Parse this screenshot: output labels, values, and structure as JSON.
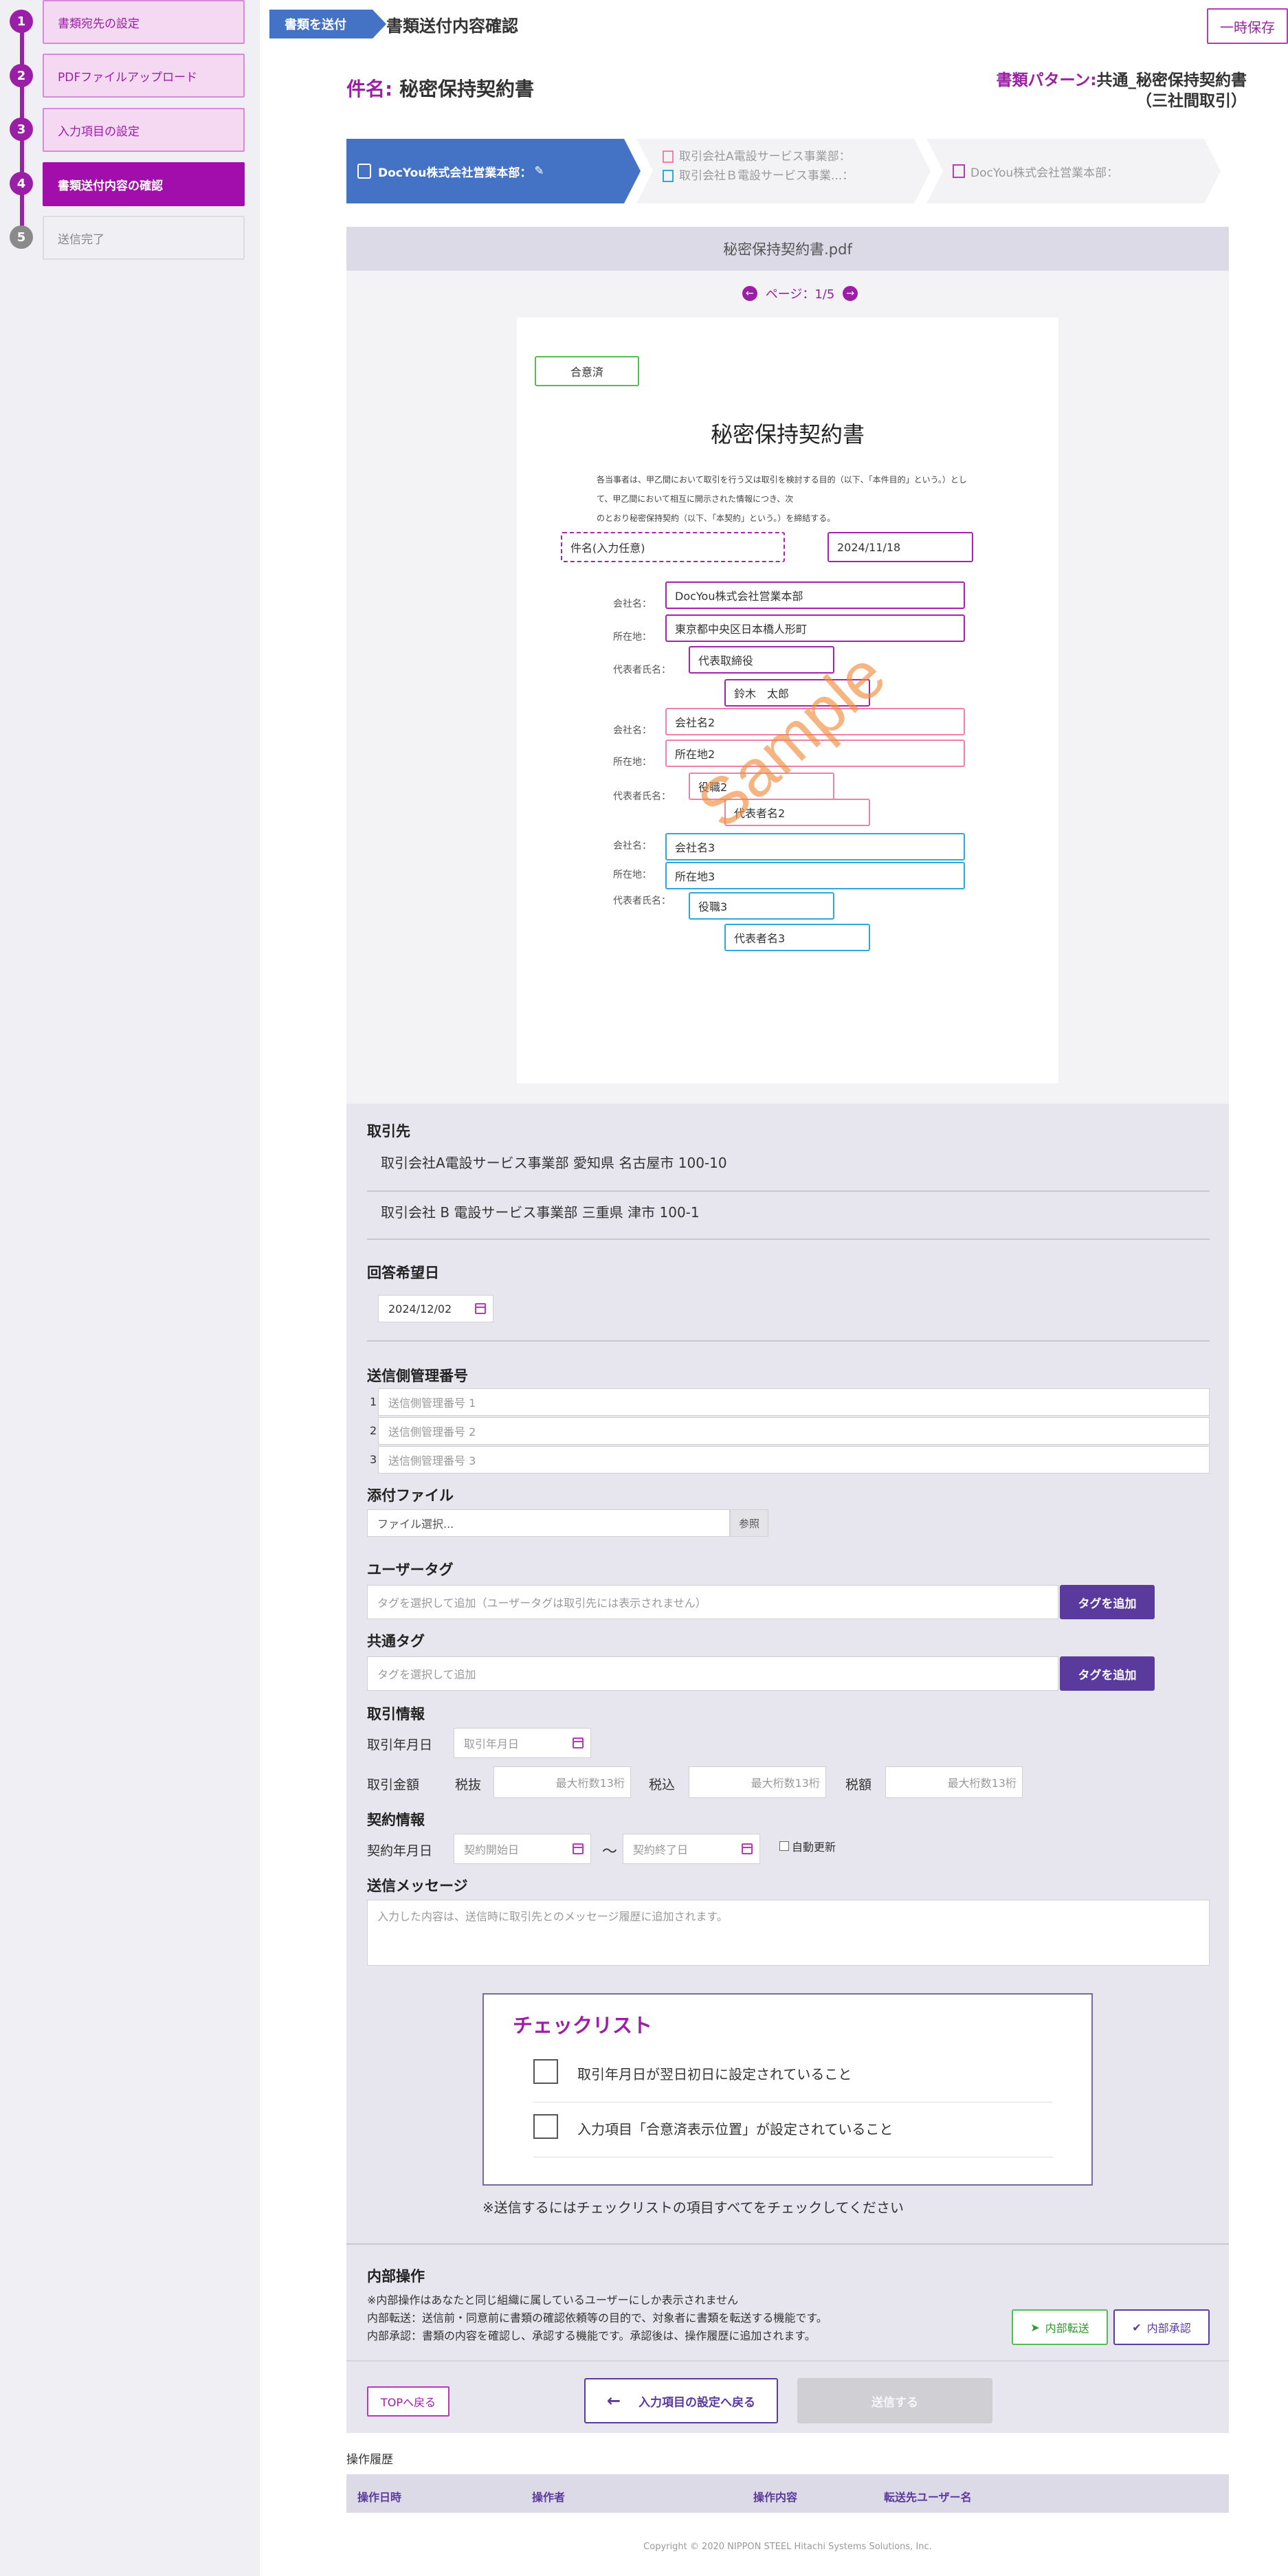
{
  "steps": [
    {
      "num": "1",
      "label": "書類宛先の設定"
    },
    {
      "num": "2",
      "label": "PDFファイルアップロード"
    },
    {
      "num": "3",
      "label": "入力項目の設定"
    },
    {
      "num": "4",
      "label": "書類送付内容の確認"
    },
    {
      "num": "5",
      "label": "送信完了"
    }
  ],
  "header": {
    "tag": "書類を送付",
    "title": "書類送付内容確認",
    "save": "一時保存"
  },
  "subject": {
    "label": "件名:",
    "value": "秘密保持契約書"
  },
  "pattern": {
    "label": "書類パターン:",
    "value1": "共通_秘密保持契約書",
    "value2": "（三社間取引）"
  },
  "flow": {
    "item1": "DocYou株式会社営業本部：",
    "item2a": "取引会社A電設サービス事業部：",
    "item2b": "取引会社Ｂ電設サービス事業...：",
    "item3": "DocYou株式会社営業本部："
  },
  "pdf": {
    "filename": "秘密保持契約書.pdf",
    "page": "ページ：1/5",
    "agreed": "合意済",
    "title": "秘密保持契約書",
    "body1": "各当事者は、甲乙間において取引を行う又は取引を検討する目的（以下、「本件目的」という。）とし",
    "body2": "て、甲乙間において相互に開示された情報につき、次",
    "body3": "のとおり秘密保持契約（以下、「本契約」という。）を締結する。",
    "subject_field": "件名(入力任意)",
    "date": "2024/11/18",
    "watermark": "Sample",
    "lbl_company": "会社名：",
    "lbl_address": "所在地：",
    "lbl_rep": "代表者氏名：",
    "c1_company": "DocYou株式会社営業本部",
    "c1_address": "東京都中央区日本橋人形町",
    "c1_title": "代表取締役",
    "c1_name": "鈴木　太郎",
    "c2_company": "会社名2",
    "c2_address": "所在地2",
    "c2_title": "役職2",
    "c2_name": "代表者名2",
    "c3_company": "会社名3",
    "c3_address": "所在地3",
    "c3_title": "役職3",
    "c3_name": "代表者名3"
  },
  "partners": {
    "label": "取引先",
    "p1": "取引会社A電設サービス事業部 愛知県 名古屋市 100-10",
    "p2": "取引会社 B 電設サービス事業部 三重県 津市 100-1"
  },
  "reply": {
    "label": "回答希望日",
    "value": "2024/12/02"
  },
  "mgmt": {
    "label": "送信側管理番号",
    "rows": [
      {
        "n": "1",
        "ph": "送信側管理番号 1"
      },
      {
        "n": "2",
        "ph": "送信側管理番号 2"
      },
      {
        "n": "3",
        "ph": "送信側管理番号 3"
      }
    ]
  },
  "attach": {
    "label": "添付ファイル",
    "ph": "ファイル選択...",
    "browse": "参照"
  },
  "usertag": {
    "label": "ユーザータグ",
    "ph": "タグを選択して追加（ユーザータグは取引先には表示されません）",
    "btn": "タグを追加"
  },
  "commontag": {
    "label": "共通タグ",
    "ph": "タグを選択して追加",
    "btn": "タグを追加"
  },
  "trade": {
    "label": "取引情報",
    "date_label": "取引年月日",
    "date_ph": "取引年月日",
    "amount_label": "取引金額",
    "ex": "税抜",
    "inc": "税込",
    "tax": "税額",
    "amount_ph": "最大桁数13桁"
  },
  "contract": {
    "label": "契約情報",
    "date_label": "契約年月日",
    "start_ph": "契約開始日",
    "tilde": "〜",
    "end_ph": "契約終了日",
    "auto": "自動更新"
  },
  "message": {
    "label": "送信メッセージ",
    "ph": "入力した内容は、送信時に取引先とのメッセージ履歴に追加されます。"
  },
  "checklist": {
    "title": "チェックリスト",
    "item1": "取引年月日が翌日初日に設定されていること",
    "item2": "入力項目「合意済表示位置」が設定されていること",
    "note": "※送信するにはチェックリストの項目すべてをチェックしてください"
  },
  "internal": {
    "label": "内部操作",
    "l1": "※内部操作はあなたと同じ組織に属しているユーザーにしか表示されません",
    "l2": "内部転送：送信前・同意前に書類の確認依頼等の目的で、対象者に書類を転送する機能です。",
    "l3": "内部承認：書類の内容を確認し、承認する機能です。承認後は、操作履歴に追加されます。",
    "forward": "内部転送",
    "approve": "内部承認"
  },
  "bottom": {
    "top": "TOPへ戻る",
    "back": "入力項目の設定へ戻る",
    "send": "送信する"
  },
  "history": {
    "label": "操作履歴",
    "cols": [
      "操作日時",
      "操作者",
      "操作内容",
      "転送先ユーザー名"
    ]
  },
  "footer": "Copyright © 2020 NIPPON STEEL Hitachi Systems Solutions, Inc."
}
